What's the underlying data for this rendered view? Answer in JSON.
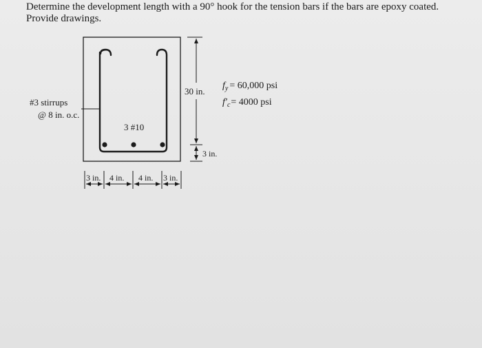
{
  "question": {
    "line1": "Determine the development length with a 90° hook for the tension bars if the bars are epoxy coated.",
    "line2": "Provide drawings."
  },
  "diagram": {
    "stirrups_label": "#3 stirrups",
    "spacing_label": "@ 8 in. o.c.",
    "bars_label": "3 #10",
    "height_label": "30 in.",
    "cover_label": "3 in.",
    "fy_symbol": "f",
    "fy_sub": "y",
    "fy_value": "= 60,000 psi",
    "fc_symbol": "f′",
    "fc_sub": "c",
    "fc_value": "= 4000 psi",
    "dim_1": "3 in.",
    "dim_2": "4 in.",
    "dim_3": "4 in.",
    "dim_4": "3 in."
  }
}
